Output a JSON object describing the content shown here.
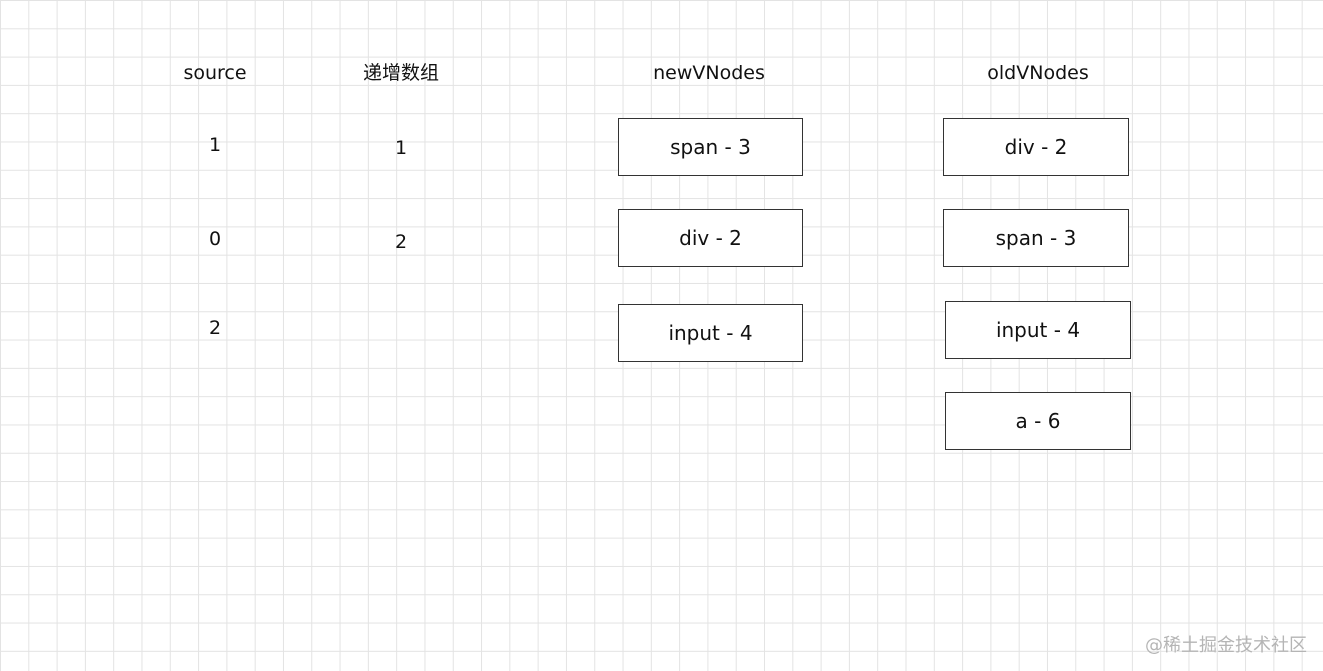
{
  "headers": {
    "source": "source",
    "increasing": "递增数组",
    "new_vnodes": "newVNodes",
    "old_vnodes": "oldVNodes"
  },
  "source": [
    "1",
    "0",
    "2"
  ],
  "increasing": [
    "1",
    "2"
  ],
  "new_vnodes": [
    "span - 3",
    "div - 2",
    "input - 4"
  ],
  "old_vnodes": [
    "div - 2",
    "span - 3",
    "input - 4",
    "a - 6"
  ],
  "watermark": "@稀土掘金技术社区"
}
